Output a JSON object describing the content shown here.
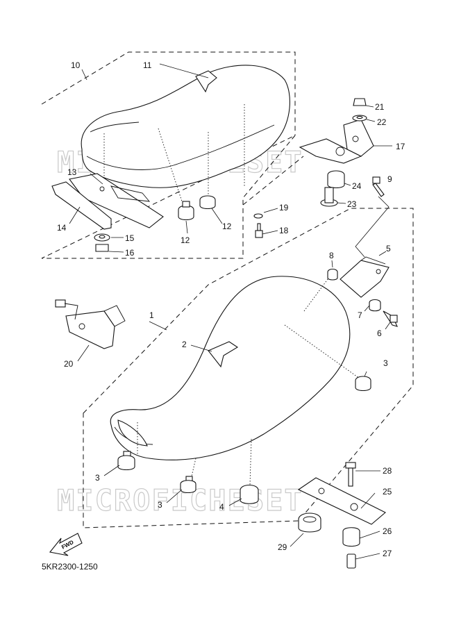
{
  "diagram": {
    "code": "5KR2300-1250",
    "fwd_label": "FWD",
    "watermark": "MICROFICHESET"
  },
  "callouts": [
    {
      "id": "c1",
      "text": "1"
    },
    {
      "id": "c2",
      "text": "2"
    },
    {
      "id": "c3a",
      "text": "3"
    },
    {
      "id": "c3b",
      "text": "3"
    },
    {
      "id": "c3c",
      "text": "3"
    },
    {
      "id": "c4",
      "text": "4"
    },
    {
      "id": "c5",
      "text": "5"
    },
    {
      "id": "c6",
      "text": "6"
    },
    {
      "id": "c7",
      "text": "7"
    },
    {
      "id": "c8",
      "text": "8"
    },
    {
      "id": "c9",
      "text": "9"
    },
    {
      "id": "c10",
      "text": "10"
    },
    {
      "id": "c11",
      "text": "11"
    },
    {
      "id": "c12a",
      "text": "12"
    },
    {
      "id": "c12b",
      "text": "12"
    },
    {
      "id": "c13",
      "text": "13"
    },
    {
      "id": "c14",
      "text": "14"
    },
    {
      "id": "c15",
      "text": "15"
    },
    {
      "id": "c16",
      "text": "16"
    },
    {
      "id": "c17",
      "text": "17"
    },
    {
      "id": "c18",
      "text": "18"
    },
    {
      "id": "c19",
      "text": "19"
    },
    {
      "id": "c20",
      "text": "20"
    },
    {
      "id": "c21",
      "text": "21"
    },
    {
      "id": "c22",
      "text": "22"
    },
    {
      "id": "c23",
      "text": "23"
    },
    {
      "id": "c24",
      "text": "24"
    },
    {
      "id": "c25",
      "text": "25"
    },
    {
      "id": "c26",
      "text": "26"
    },
    {
      "id": "c27",
      "text": "27"
    },
    {
      "id": "c28",
      "text": "28"
    },
    {
      "id": "c29",
      "text": "29"
    }
  ]
}
